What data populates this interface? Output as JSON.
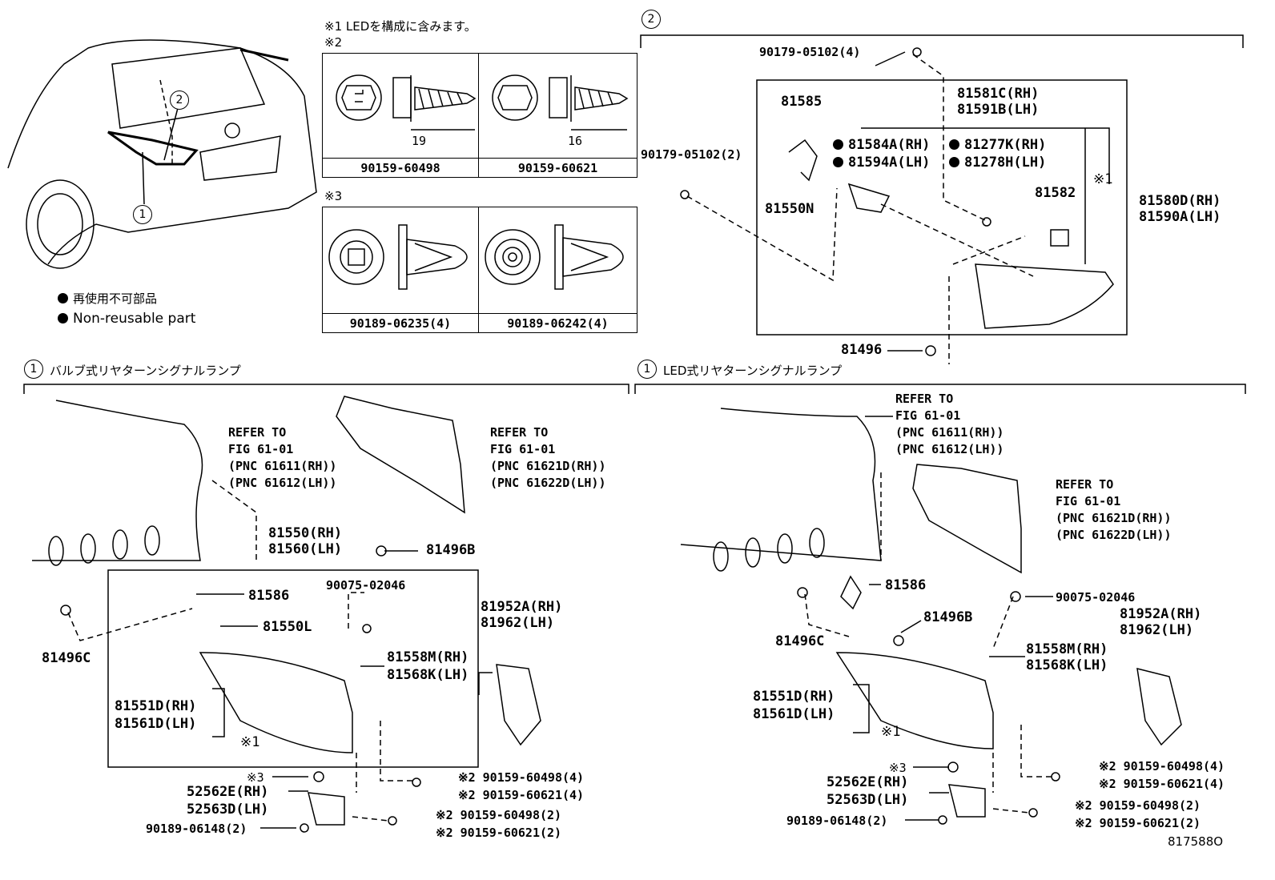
{
  "notes": {
    "note1": "※1 LEDを構成に含みます。",
    "note2": "※2",
    "note3": "※3"
  },
  "legend": {
    "jp": "再使用不可部品",
    "en": "Non-reusable part"
  },
  "callouts": {
    "c1": "1",
    "c2": "2"
  },
  "fasteners": {
    "screw_a": {
      "part": "90159-60498",
      "dim": "19"
    },
    "screw_b": {
      "part": "90159-60621",
      "dim": "16"
    },
    "clip_a": "90189-06235(4)",
    "clip_b": "90189-06242(4)"
  },
  "section2": {
    "title": "2",
    "parts": {
      "p90179_top": "90179-05102(4)",
      "p90179_left": "90179-05102(2)",
      "p81585": "81585",
      "p81550N": "81550N",
      "p81581": "81581C(RH)",
      "p81591": "81591B(LH)",
      "p81584": "81584A(RH)",
      "p81594": "81594A(LH)",
      "p81277": "81277K(RH)",
      "p81278": "81278H(LH)",
      "p81582": "81582",
      "note1": "※1",
      "p81580": "81580D(RH)",
      "p81590": "81590A(LH)",
      "p81496": "81496"
    }
  },
  "section_bulb": {
    "title": "バルブ式リヤターンシグナルランプ",
    "refer1": [
      "REFER TO",
      "FIG 61-01",
      "(PNC 61611(RH))",
      "(PNC 61612(LH))"
    ],
    "refer2": [
      "REFER TO",
      "FIG 61-01",
      "(PNC 61621D(RH))",
      "(PNC 61622D(LH))"
    ],
    "parts": {
      "p81550": "81550(RH)",
      "p81560": "81560(LH)",
      "p81496B": "81496B",
      "p81586": "81586",
      "p90075": "90075-02046",
      "p81550L": "81550L",
      "p81496C": "81496C",
      "p81558": "81558M(RH)",
      "p81568": "81568K(LH)",
      "p81952": "81952A(RH)",
      "p81962": "81962(LH)",
      "p81551": "81551D(RH)",
      "p81561": "81561D(LH)",
      "note1": "※1",
      "note3": "※3",
      "p52562": "52562E(RH)",
      "p52563": "52563D(LH)",
      "p90189": "90189-06148(2)",
      "s1": "※2 90159-60498(4)",
      "s2": "※2 90159-60621(4)",
      "s3": "※2 90159-60498(2)",
      "s4": "※2 90159-60621(2)"
    }
  },
  "section_led": {
    "title": "LED式リヤターンシグナルランプ",
    "refer1": [
      "REFER TO",
      "FIG 61-01",
      "(PNC 61611(RH))",
      "(PNC 61612(LH))"
    ],
    "refer2": [
      "REFER TO",
      "FIG 61-01",
      "(PNC 61621D(RH))",
      "(PNC 61622D(LH))"
    ],
    "parts": {
      "p81586": "81586",
      "p90075": "90075-02046",
      "p81496B": "81496B",
      "p81496C": "81496C",
      "p81952": "81952A(RH)",
      "p81962": "81962(LH)",
      "p81558": "81558M(RH)",
      "p81568": "81568K(LH)",
      "p81551": "81551D(RH)",
      "p81561": "81561D(LH)",
      "note1": "※1",
      "note3": "※3",
      "p52562": "52562E(RH)",
      "p52563": "52563D(LH)",
      "p90189": "90189-06148(2)",
      "s1": "※2 90159-60498(4)",
      "s2": "※2 90159-60621(4)",
      "s3": "※2 90159-60498(2)",
      "s4": "※2 90159-60621(2)"
    }
  },
  "figure_id": "817588O"
}
